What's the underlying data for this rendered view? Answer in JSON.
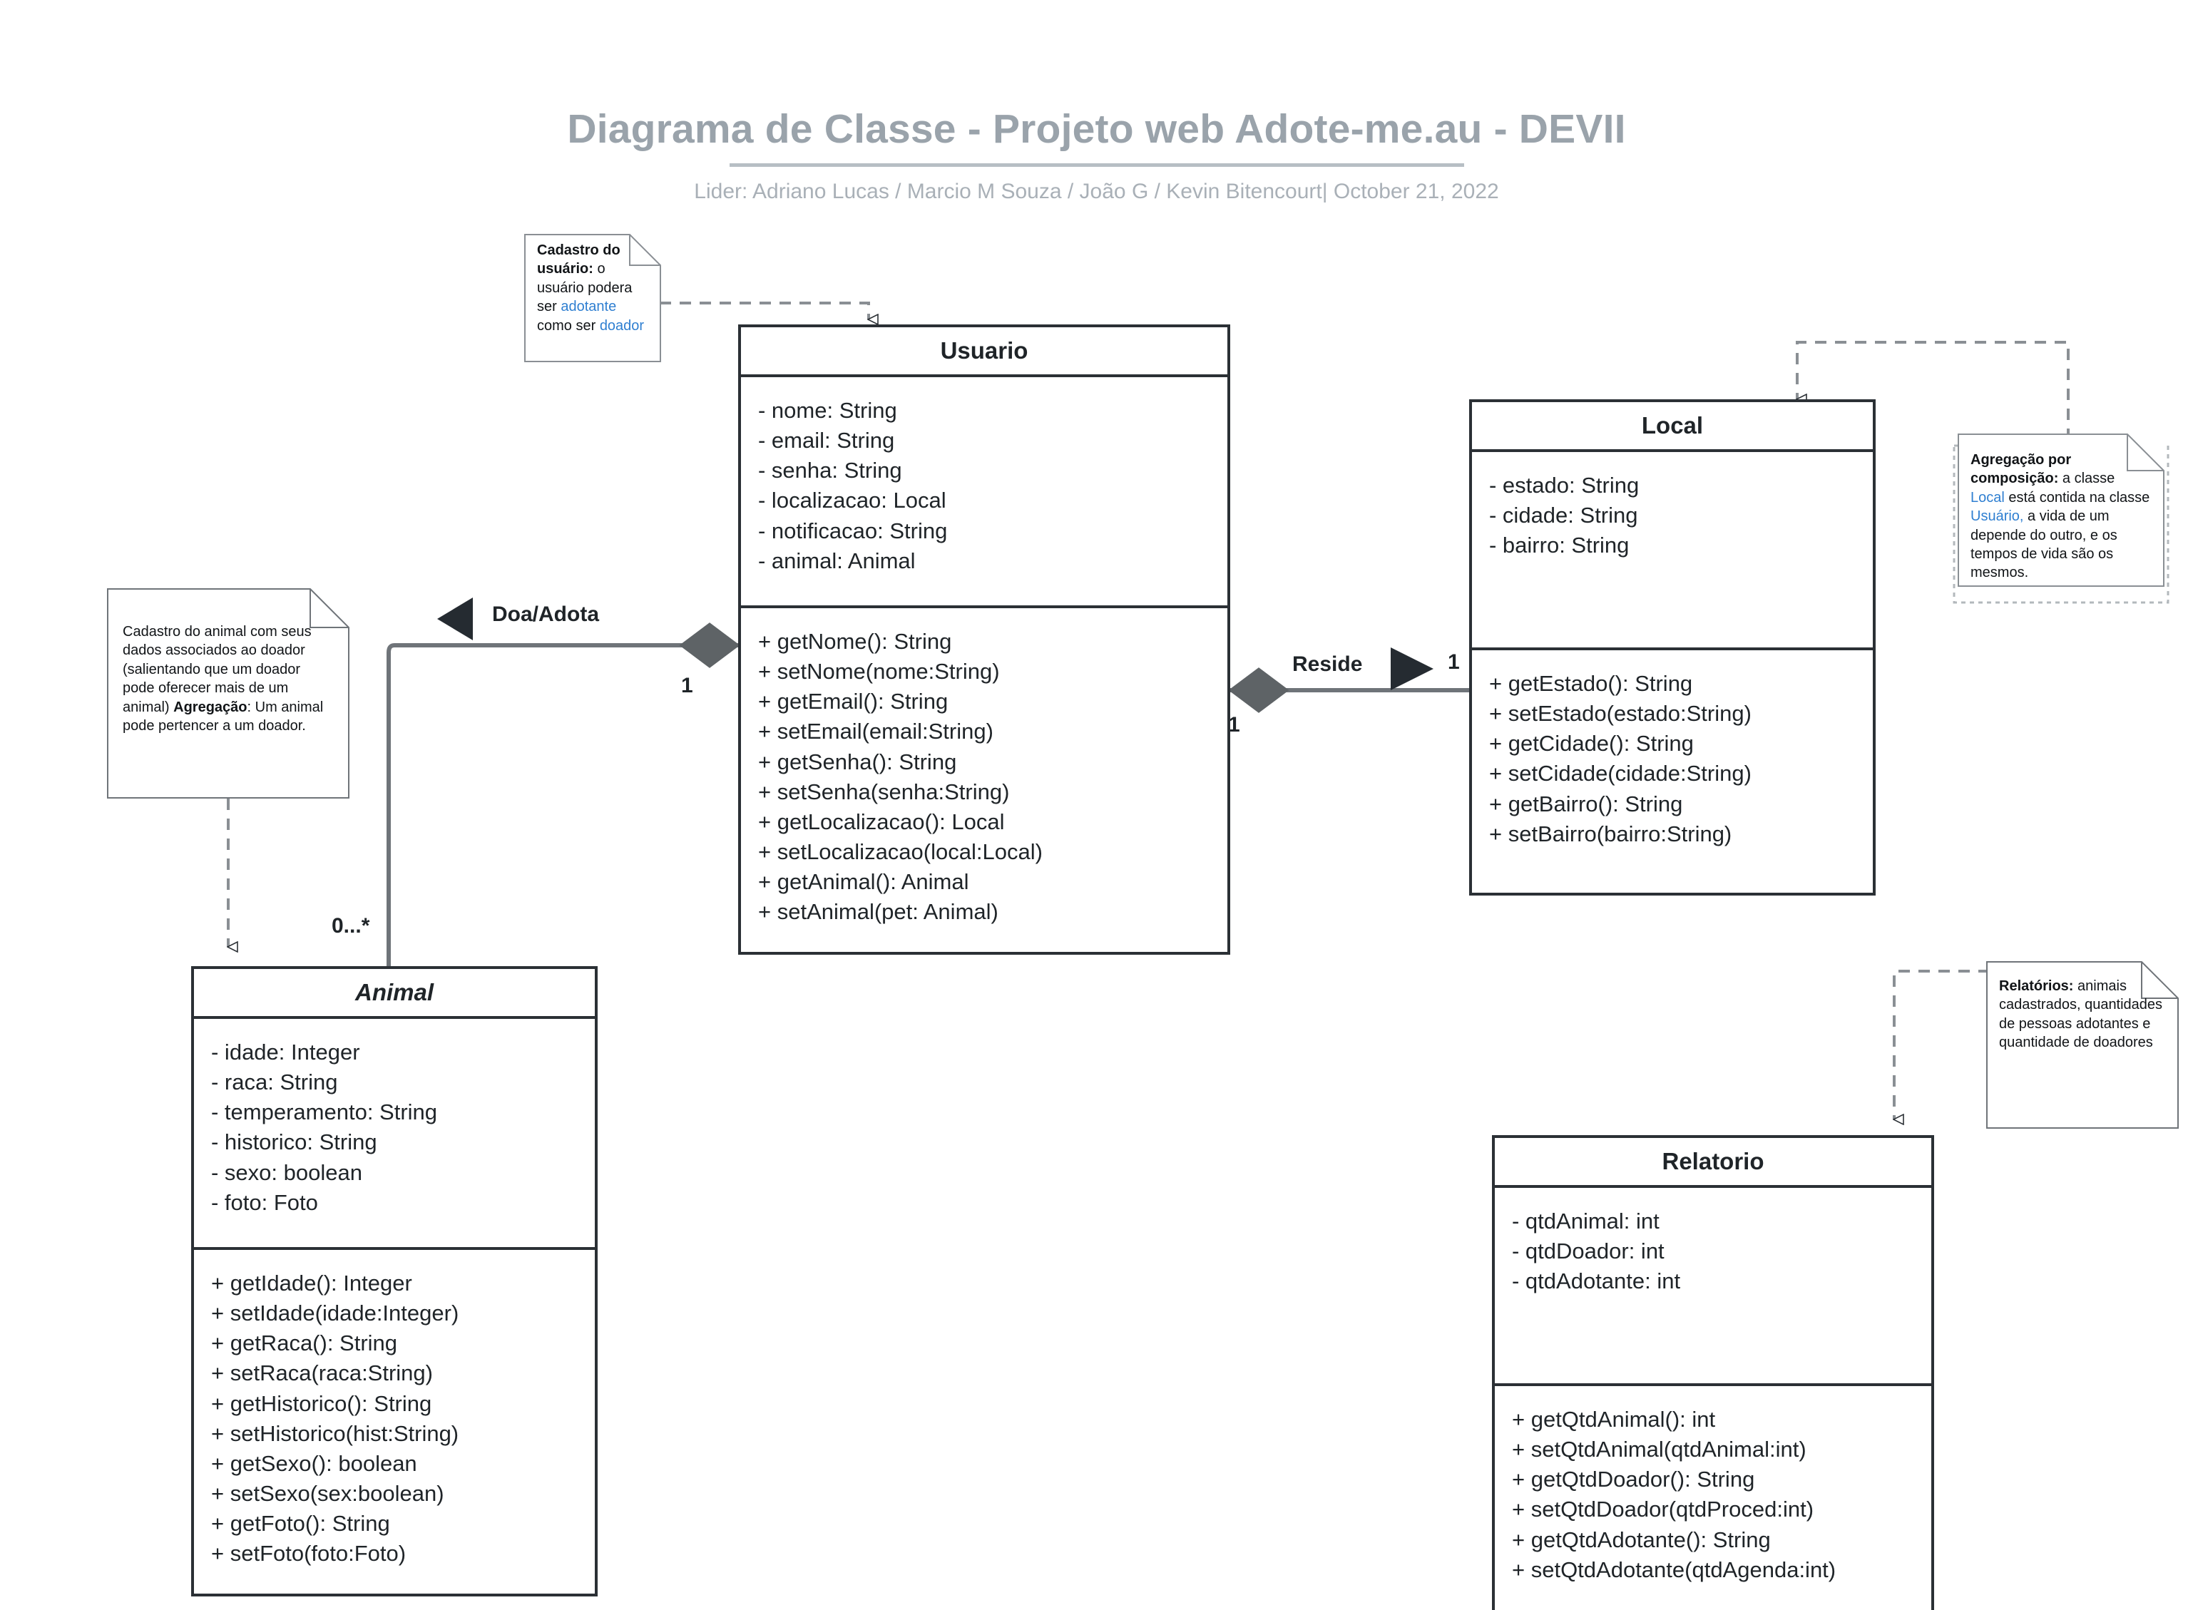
{
  "header": {
    "title": "Diagrama de Classe - Projeto web Adote-me.au - DEVII",
    "subtitle": "Lider: Adriano Lucas / Marcio M Souza  / João G / Kevin Bitencourt|  October 21, 2022"
  },
  "colors": {
    "title_gray": "#9aa3ab",
    "subtitle_gray": "#a9b0b7",
    "box_border": "#2b3035",
    "diamond_fill": "#5e6366",
    "arrow_fill": "#252b31",
    "link_gray": "#6f7479",
    "note_border": "#8a8f94",
    "highlight_blue": "#2f7fd1"
  },
  "classes": [
    {
      "id": "usuario",
      "name": "Usuario",
      "abstract": false,
      "attributes": [
        "- nome: String",
        "- email: String",
        "- senha: String",
        "- localizacao: Local",
        "- notificacao: String",
        "- animal: Animal"
      ],
      "operations": [
        "+ getNome(): String",
        "+ setNome(nome:String)",
        "+ getEmail(): String",
        "+ setEmail(email:String)",
        "+ getSenha(): String",
        "+ setSenha(senha:String)",
        "+ getLocalizacao(): Local",
        "+ setLocalizacao(local:Local)",
        "+ getAnimal(): Animal",
        "+ setAnimal(pet: Animal)"
      ]
    },
    {
      "id": "local",
      "name": "Local",
      "abstract": false,
      "attributes": [
        "- estado: String",
        "- cidade: String",
        "- bairro: String"
      ],
      "operations": [
        "+ getEstado(): String",
        "+ setEstado(estado:String)",
        "+ getCidade(): String",
        "+ setCidade(cidade:String)",
        "+ getBairro(): String",
        "+ setBairro(bairro:String)"
      ]
    },
    {
      "id": "animal",
      "name": "Animal",
      "abstract": true,
      "attributes": [
        "- idade: Integer",
        "- raca: String",
        "- temperamento: String",
        "- historico: String",
        "- sexo: boolean",
        "- foto: Foto"
      ],
      "operations": [
        "+ getIdade(): Integer",
        "+ setIdade(idade:Integer)",
        "+ getRaca(): String",
        "+ setRaca(raca:String)",
        "+ getHistorico(): String",
        "+ setHistorico(hist:String)",
        "+ getSexo(): boolean",
        "+ setSexo(sex:boolean)",
        "+ getFoto(): String",
        "+ setFoto(foto:Foto)"
      ]
    },
    {
      "id": "relatorio",
      "name": "Relatorio",
      "abstract": false,
      "attributes": [
        "- qtdAnimal: int",
        "- qtdDoador: int",
        "- qtdAdotante: int"
      ],
      "operations": [
        "+ getQtdAnimal(): int",
        "+ setQtdAnimal(qtdAnimal:int)",
        "+ getQtdDoador(): String",
        "+ setQtdDoador(qtdProced:int)",
        "+ getQtdAdotante(): String",
        "+ setQtdAdotante(qtdAgenda:int)"
      ]
    }
  ],
  "relations": {
    "doa_adota_label": "Doa/Adota",
    "doa_adota_mult_usuario": "1",
    "doa_adota_mult_animal": "0...*",
    "reside_label": "Reside",
    "reside_mult_usuario": "1",
    "reside_mult_local": "1"
  },
  "notes": {
    "cadastro_usuario": {
      "parts": [
        {
          "text": "Cadastro do usuário:",
          "style": "bold"
        },
        {
          "text": " o usuário podera ser ",
          "style": "normal"
        },
        {
          "text": "adotante",
          "style": "highlight"
        },
        {
          "text": " como ser ",
          "style": "normal"
        },
        {
          "text": "doador",
          "style": "highlight"
        }
      ]
    },
    "cadastro_animal": {
      "parts": [
        {
          "text": "Cadastro do animal com seus dados associados ao doador (salientando que um doador pode oferecer mais de um animal) ",
          "style": "normal"
        },
        {
          "text": "Agregação",
          "style": "bold"
        },
        {
          "text": ": Um animal pode pertencer a um doador.",
          "style": "normal"
        }
      ]
    },
    "agregacao_composicao": {
      "parts": [
        {
          "text": "Agregação por composição:",
          "style": "bold"
        },
        {
          "text": " a classe ",
          "style": "normal"
        },
        {
          "text": "Local",
          "style": "highlight"
        },
        {
          "text": " está contida na classe ",
          "style": "normal"
        },
        {
          "text": "Usuário,",
          "style": "highlight"
        },
        {
          "text": " a vida de um depende do outro, e os tempos de vida são os mesmos.",
          "style": "normal"
        }
      ]
    },
    "relatorios": {
      "parts": [
        {
          "text": "Relatórios:",
          "style": "bold"
        },
        {
          "text": " animais cadastrados, quantidades de pessoas adotantes e quantidade de doadores",
          "style": "normal"
        }
      ]
    }
  }
}
